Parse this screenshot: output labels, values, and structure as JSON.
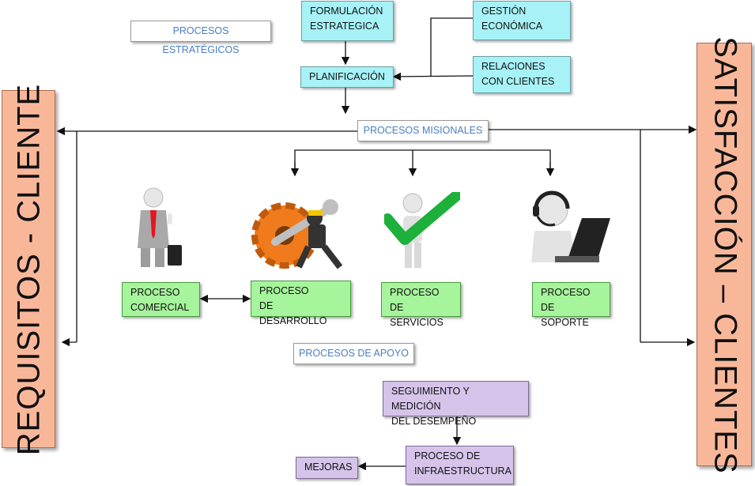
{
  "left_side": {
    "label": "REQUISITOS - CLIENTE"
  },
  "right_side": {
    "label": "SATISFACCIÓN – CLIENTES"
  },
  "section_labels": {
    "estrategicos": "PROCESOS ESTRATÉGICOS",
    "misionales": "PROCESOS MISIONALES",
    "apoyo": "PROCESOS DE APOYO"
  },
  "strategic": {
    "formulacion": "FORMULACIÓN\nESTRATEGICA",
    "gestion": "GESTIÓN\nECONÓMICA",
    "planificacion": "PLANIFICACIÓN",
    "relaciones": "RELACIONES\nCON CLIENTES"
  },
  "misionales": {
    "comercial": "PROCESO\nCOMERCIAL",
    "desarrollo": "PROCESO\nDE DESARROLLO",
    "servicios": "PROCESO DE\nSERVICIOS",
    "soporte": "PROCESO DE\nSOPORTE"
  },
  "apoyo": {
    "seguimiento": "SEGUIMIENTO Y MEDICIÓN\nDEL DESEMPEÑO",
    "infraestructura": "PROCESO DE\nINFRAESTRUCTURA",
    "mejoras": "MEJORAS"
  },
  "icons": [
    "businessman-thumbs-up-icon",
    "gear-wrench-worker-icon",
    "checkmark-figure-icon",
    "support-headset-laptop-icon"
  ],
  "colors": {
    "side_panel": "#f9b79a",
    "strategic_box": "#a6f2f7",
    "mission_box": "#a6f49b",
    "support_box": "#d6c3ea",
    "label_text": "#4a7ec2"
  }
}
